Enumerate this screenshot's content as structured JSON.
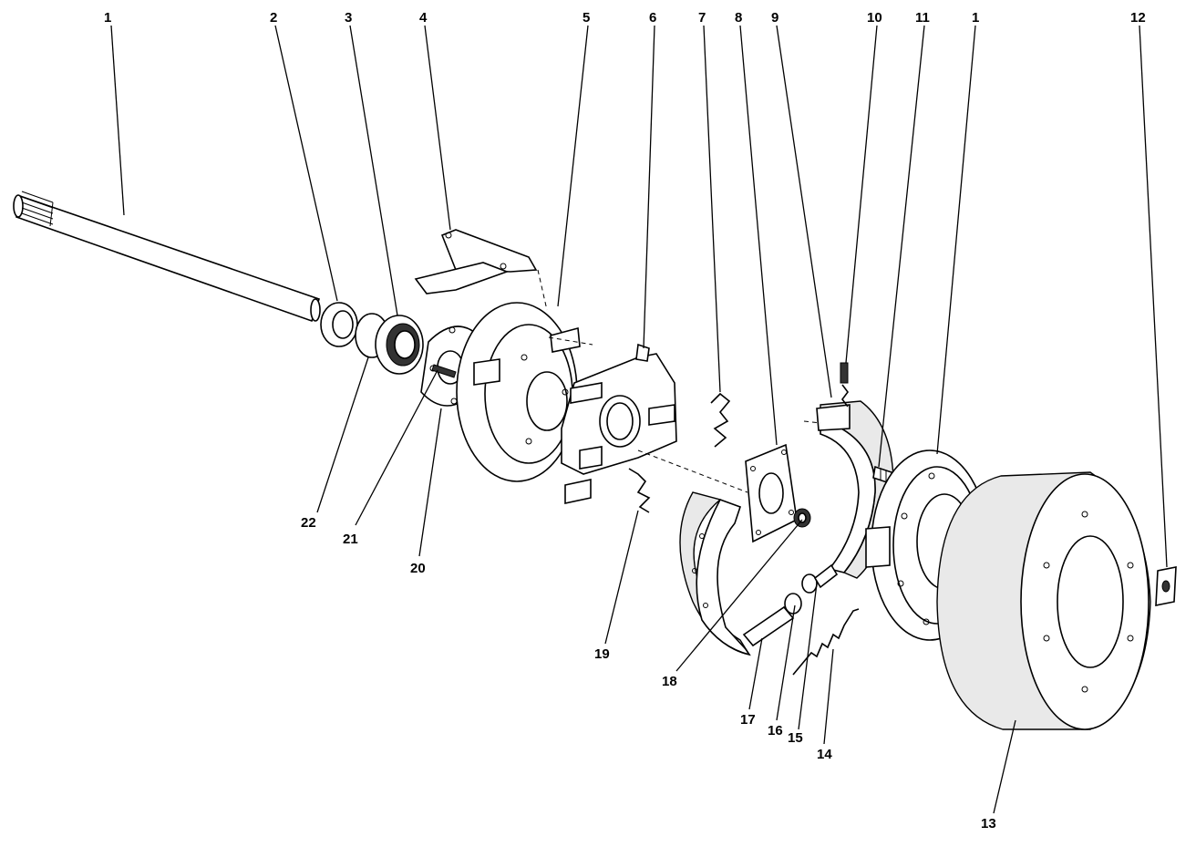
{
  "callouts": [
    {
      "id": "1-top-left",
      "text": "1"
    },
    {
      "id": "2",
      "text": "2"
    },
    {
      "id": "3",
      "text": "3"
    },
    {
      "id": "4",
      "text": "4"
    },
    {
      "id": "5",
      "text": "5"
    },
    {
      "id": "6",
      "text": "6"
    },
    {
      "id": "7",
      "text": "7"
    },
    {
      "id": "8",
      "text": "8"
    },
    {
      "id": "9",
      "text": "9"
    },
    {
      "id": "10",
      "text": "10"
    },
    {
      "id": "11",
      "text": "11"
    },
    {
      "id": "1-top-right",
      "text": "1"
    },
    {
      "id": "12",
      "text": "12"
    },
    {
      "id": "13",
      "text": "13"
    },
    {
      "id": "14",
      "text": "14"
    },
    {
      "id": "15",
      "text": "15"
    },
    {
      "id": "16",
      "text": "16"
    },
    {
      "id": "17",
      "text": "17"
    },
    {
      "id": "18",
      "text": "18"
    },
    {
      "id": "19",
      "text": "19"
    },
    {
      "id": "20",
      "text": "20"
    },
    {
      "id": "21",
      "text": "21"
    },
    {
      "id": "22",
      "text": "22"
    }
  ]
}
